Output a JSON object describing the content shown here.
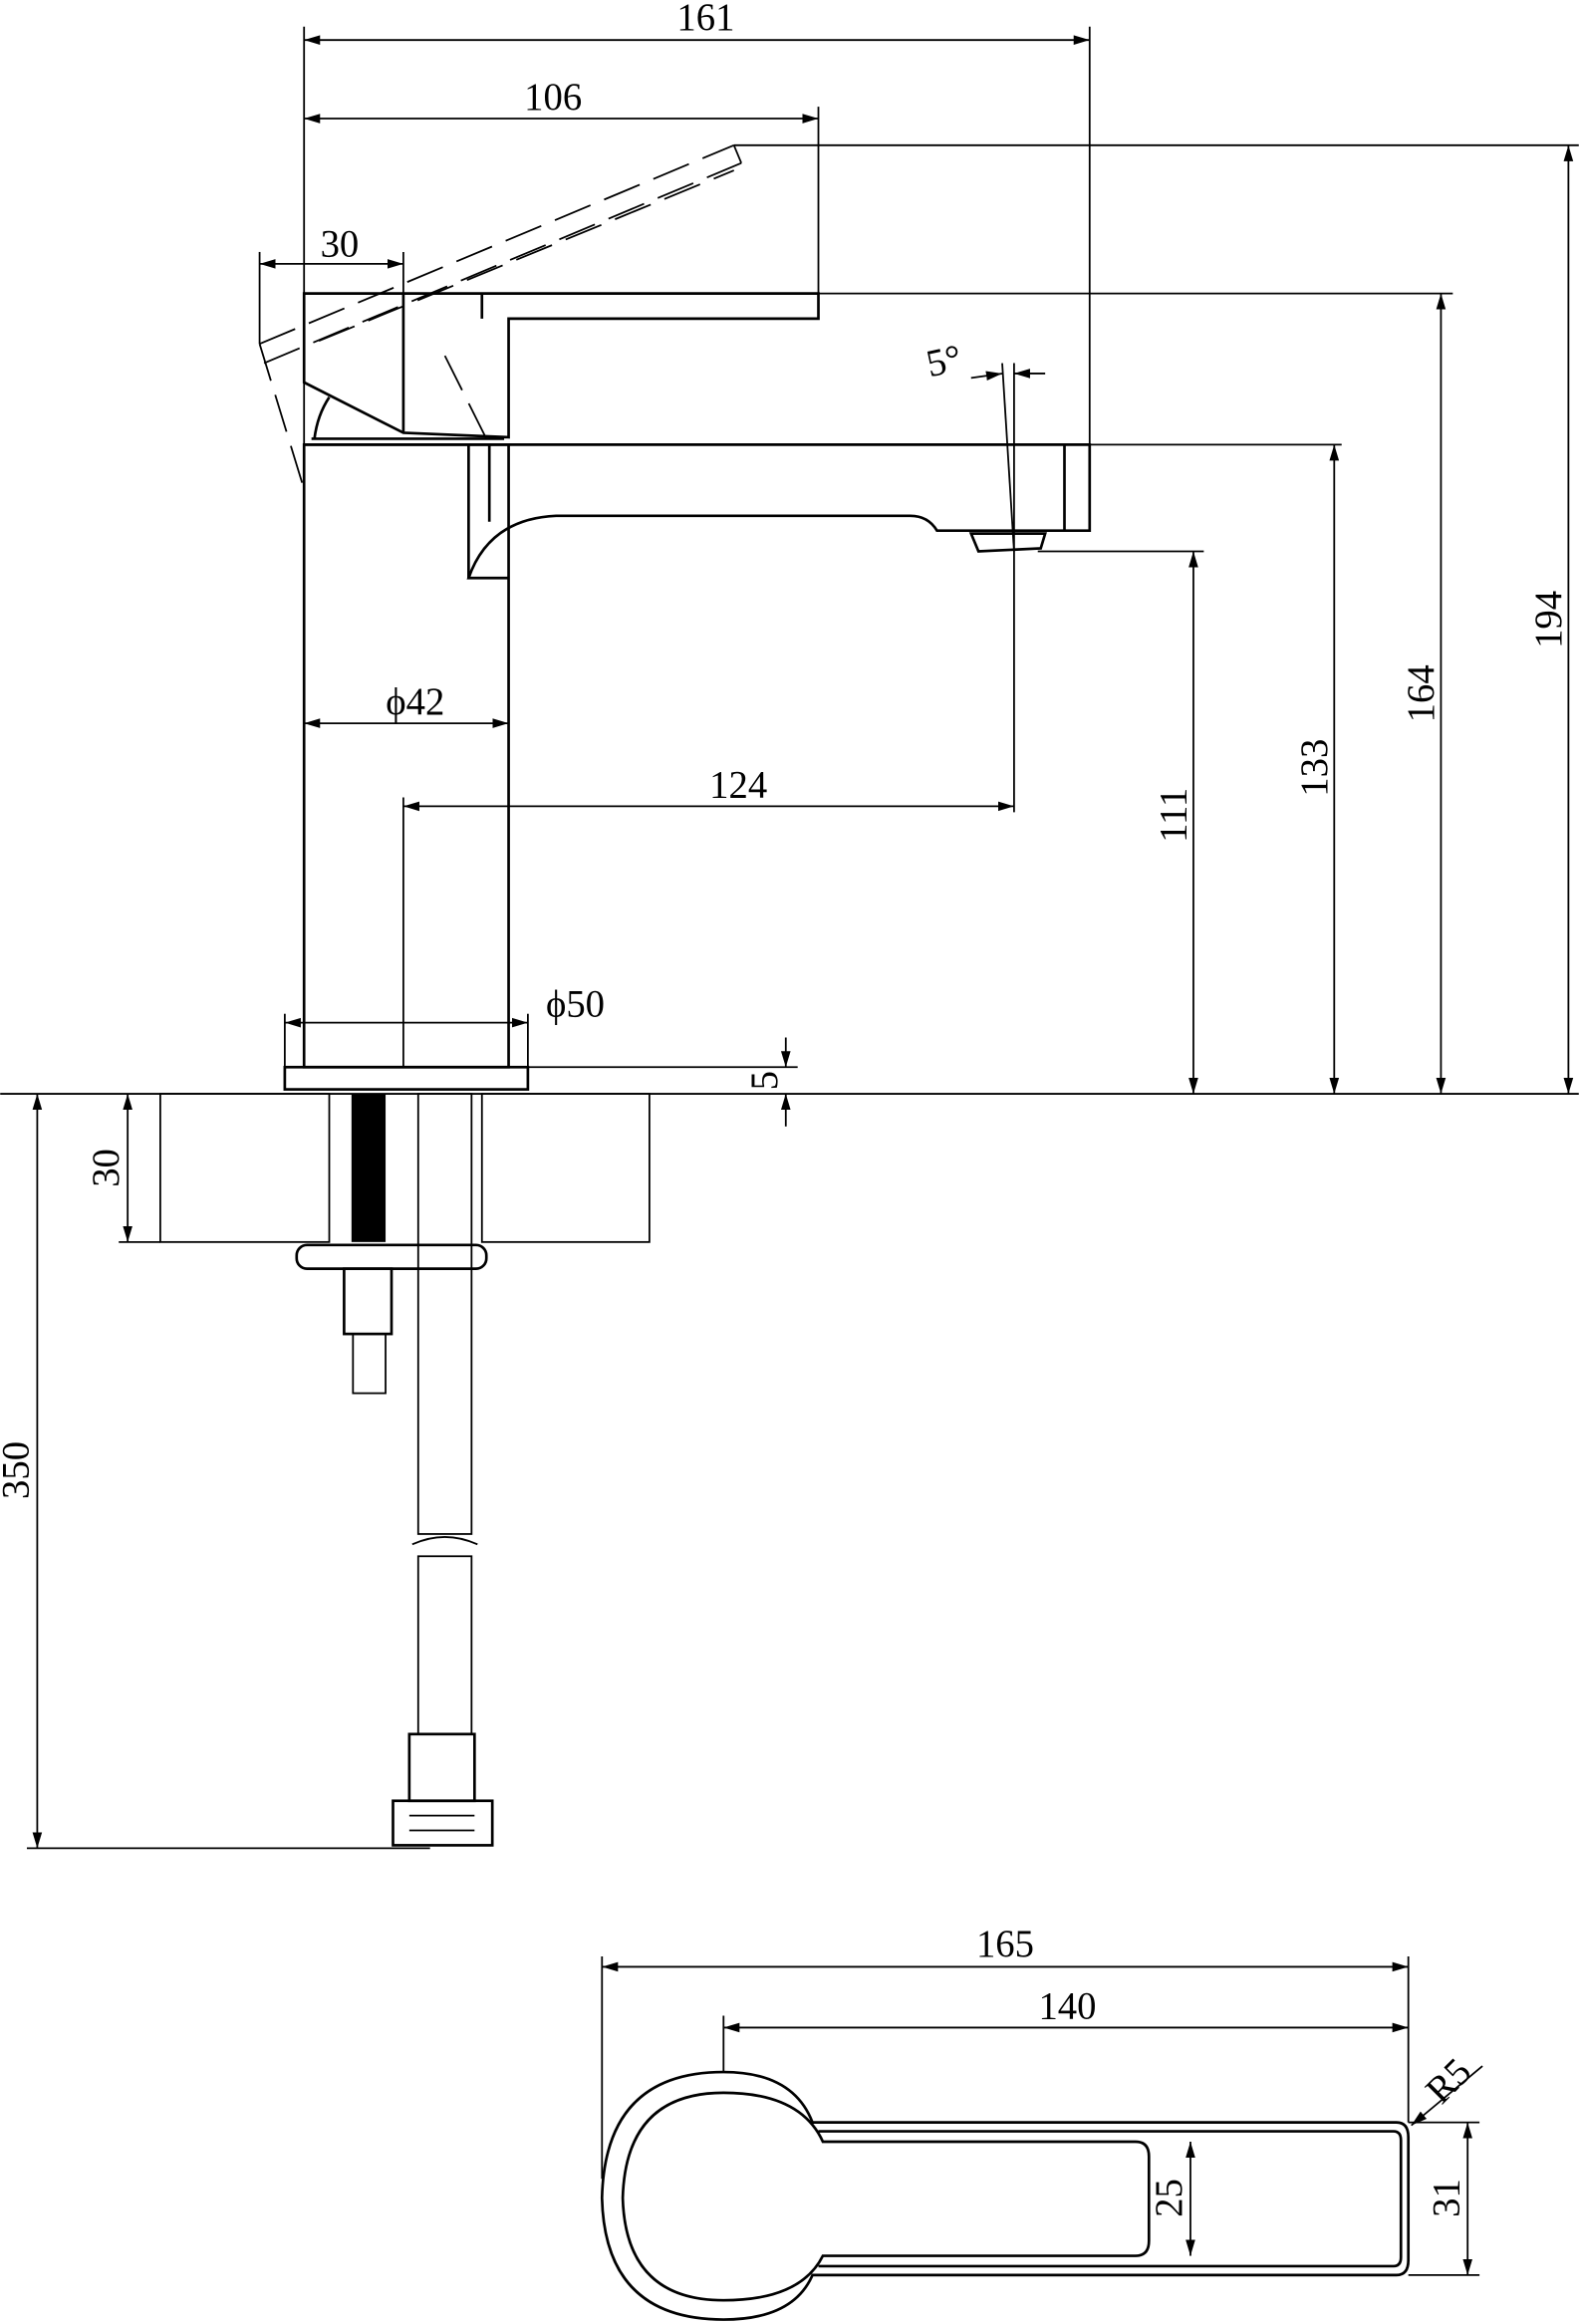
{
  "drawing": {
    "side_view": {
      "overall_width": "161",
      "handle_reach": "106",
      "handle_width": "30",
      "spout_angle": "5°",
      "body_diameter": "ϕ42",
      "spout_projection": "124",
      "base_diameter": "ϕ50",
      "base_height": "5",
      "outlet_height": "111",
      "spout_top_height": "133",
      "handle_height": "164",
      "overall_height": "194",
      "deck_thickness": "30",
      "hose_length": "350"
    },
    "handle_top_view": {
      "overall_length": "165",
      "center_to_tip": "140",
      "tip_radius": "R5",
      "inner_width": "25",
      "outer_width": "31"
    }
  },
  "colors": {
    "line": "#000000",
    "background": "#ffffff"
  }
}
